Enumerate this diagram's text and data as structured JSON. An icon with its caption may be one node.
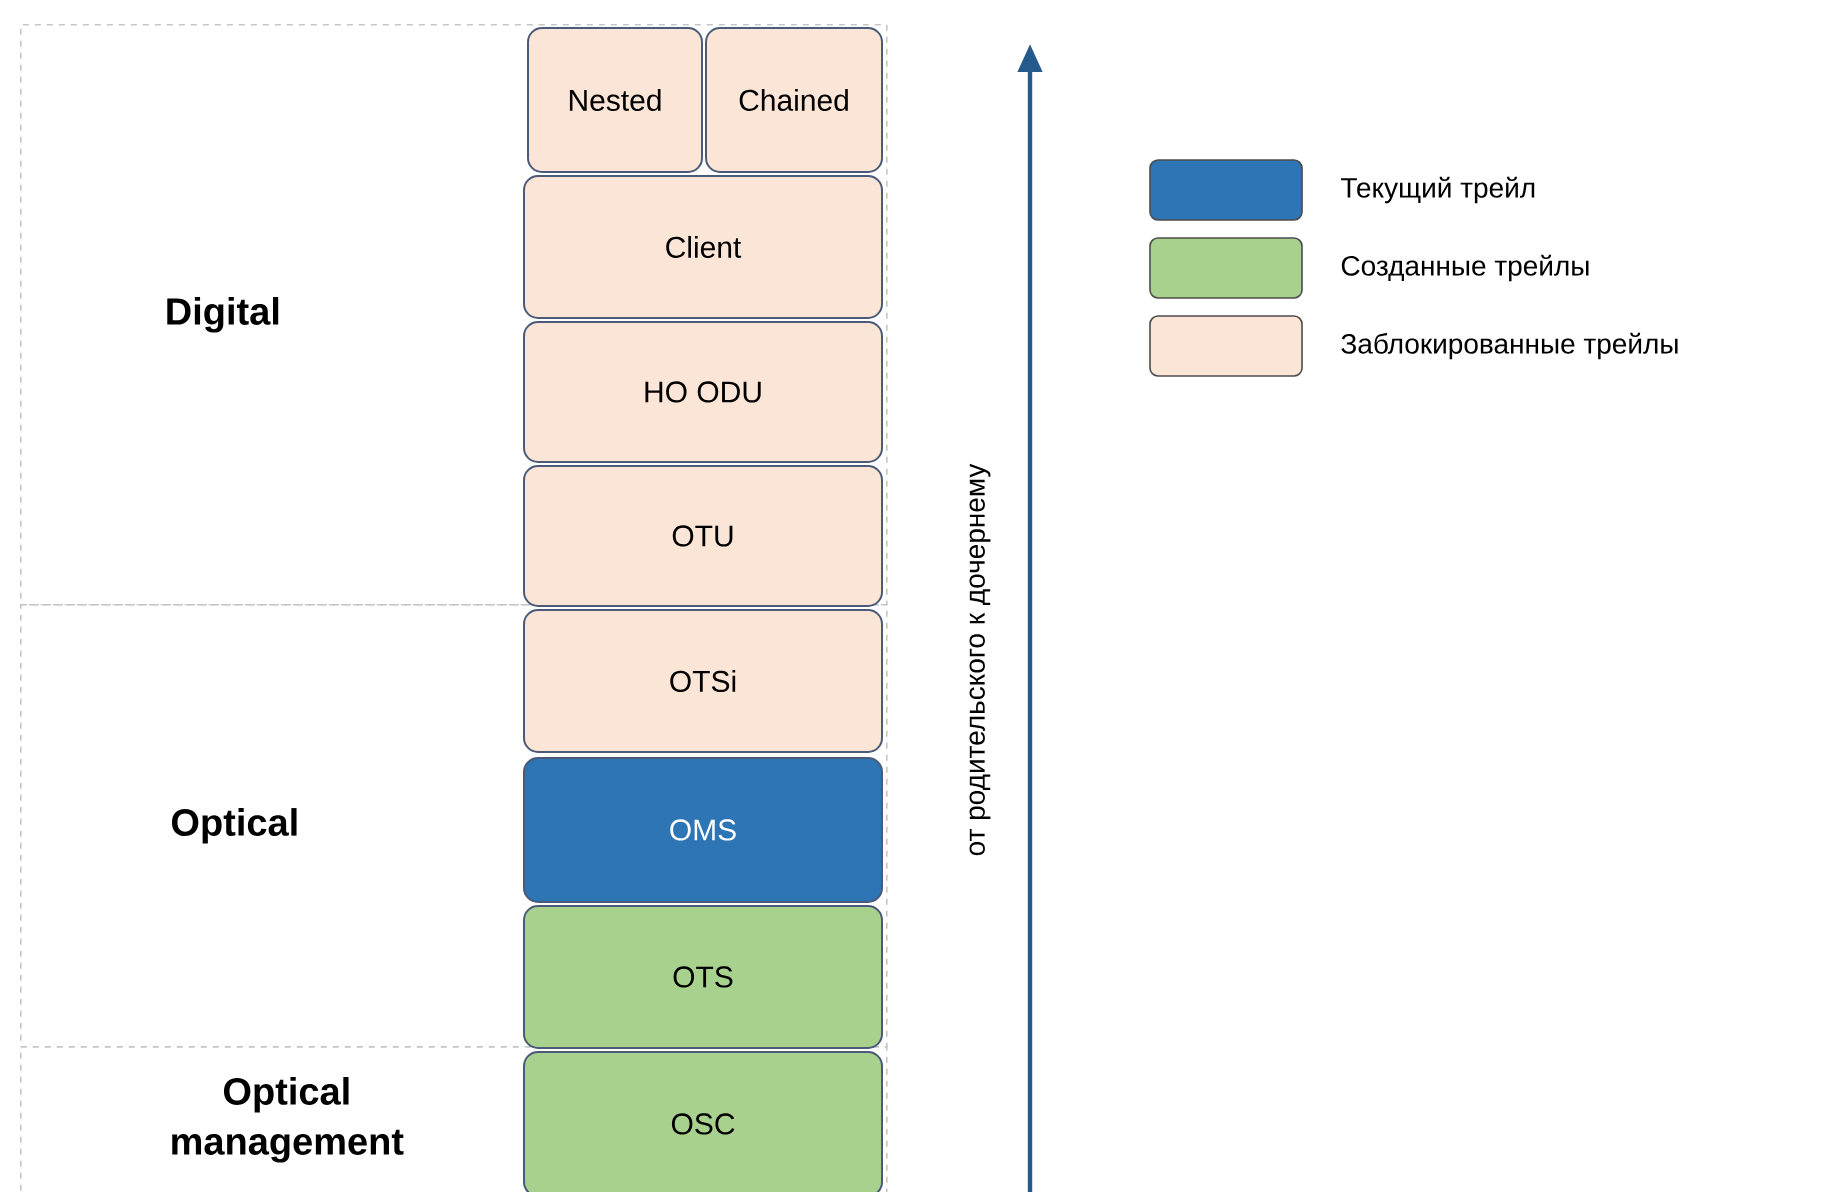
{
  "diagram": {
    "nodes": [
      {
        "text": [
          "Digital"
        ]
      },
      {
        "text": [
          "Nested"
        ],
        "in": 0
      },
      {
        "text": [
          "Chained"
        ],
        "in": 0
      },
      {
        "text": [
          "Client"
        ],
        "in": 0
      },
      {
        "text": [
          "HO ODU"
        ],
        "in": 0
      },
      {
        "text": [
          "OTU"
        ],
        "in": 0
      },
      {
        "text": [
          "Optical"
        ]
      },
      {
        "text": [
          "OTSi"
        ],
        "in": 6
      },
      {
        "text": [
          "OMS"
        ],
        "in": 6
      },
      {
        "text": [
          "OTS"
        ],
        "in": 6
      },
      {
        "text": [
          "Optical management"
        ]
      },
      {
        "text": [
          "OSC"
        ],
        "in": 10
      }
    ],
    "edges": [],
    "labels": [
      "от родительского к дочернему"
    ],
    "legend": [
      {
        "text": "Текущий трейл",
        "color": "#2e75b6"
      },
      {
        "text": "Созданные трейлы",
        "color": "#a9d18e"
      },
      {
        "text": "Заблокированные трейлы",
        "color": "#fbe5d6"
      }
    ]
  }
}
